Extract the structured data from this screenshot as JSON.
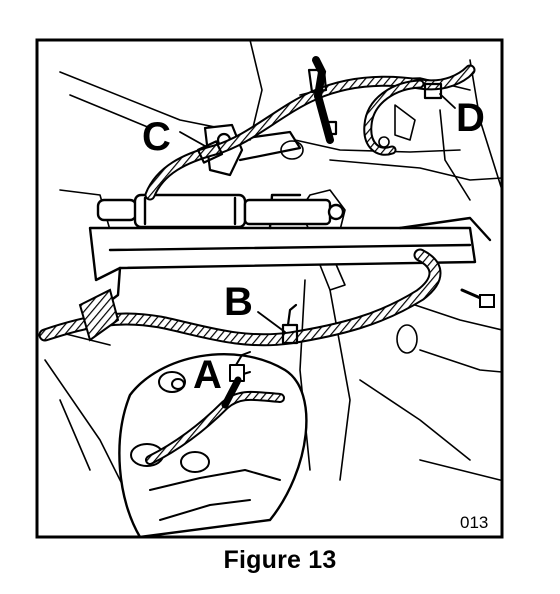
{
  "figure": {
    "caption": "Figure 13",
    "plate_number": "013",
    "callouts": {
      "a": "A",
      "b": "B",
      "c": "C",
      "d": "D"
    }
  }
}
